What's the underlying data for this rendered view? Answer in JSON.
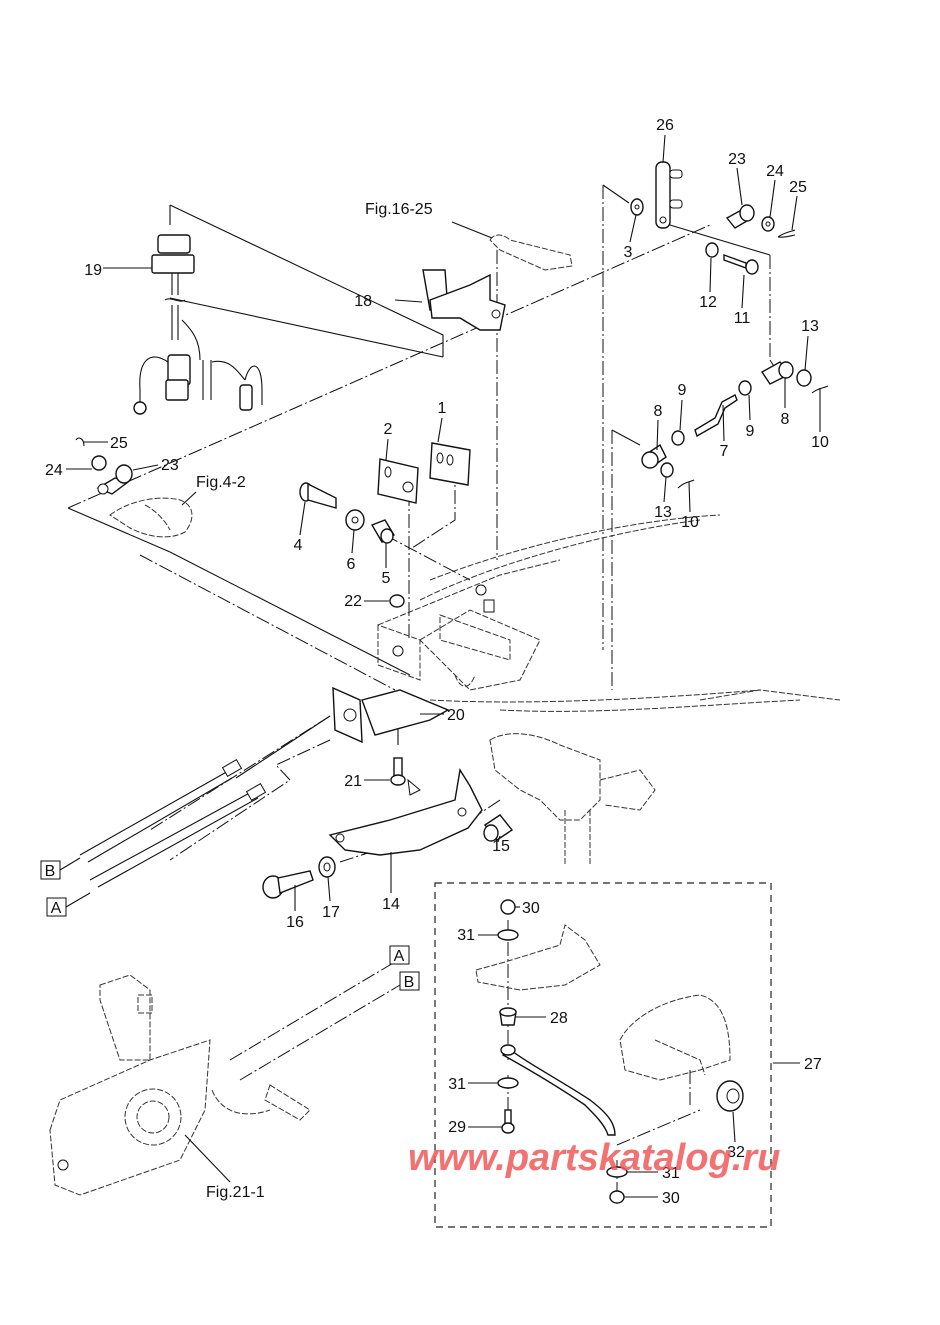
{
  "diagram": {
    "type": "exploded-parts-diagram",
    "watermark": "www.partskatalog.ru",
    "figure_refs": [
      {
        "id": "fig-16-25",
        "text": "Fig.16-25"
      },
      {
        "id": "fig-4-2",
        "text": "Fig.4-2"
      },
      {
        "id": "fig-21-1",
        "text": "Fig.21-1"
      }
    ],
    "connectors": [
      {
        "id": "A",
        "text": "A"
      },
      {
        "id": "B",
        "text": "B"
      }
    ],
    "group": {
      "id": "27",
      "label": "27",
      "members": [
        "28",
        "29",
        "30",
        "31",
        "32"
      ]
    },
    "callouts": [
      {
        "key": "c1",
        "text": "1"
      },
      {
        "key": "c2",
        "text": "2"
      },
      {
        "key": "c3",
        "text": "3"
      },
      {
        "key": "c4",
        "text": "4"
      },
      {
        "key": "c5",
        "text": "5"
      },
      {
        "key": "c6",
        "text": "6"
      },
      {
        "key": "c7",
        "text": "7"
      },
      {
        "key": "c8a",
        "text": "8"
      },
      {
        "key": "c8b",
        "text": "8"
      },
      {
        "key": "c9a",
        "text": "9"
      },
      {
        "key": "c9b",
        "text": "9"
      },
      {
        "key": "c10a",
        "text": "10"
      },
      {
        "key": "c10b",
        "text": "10"
      },
      {
        "key": "c11",
        "text": "11"
      },
      {
        "key": "c12",
        "text": "12"
      },
      {
        "key": "c13a",
        "text": "13"
      },
      {
        "key": "c13b",
        "text": "13"
      },
      {
        "key": "c14",
        "text": "14"
      },
      {
        "key": "c15",
        "text": "15"
      },
      {
        "key": "c16",
        "text": "16"
      },
      {
        "key": "c17",
        "text": "17"
      },
      {
        "key": "c18",
        "text": "18"
      },
      {
        "key": "c19",
        "text": "19"
      },
      {
        "key": "c20",
        "text": "20"
      },
      {
        "key": "c21",
        "text": "21"
      },
      {
        "key": "c22",
        "text": "22"
      },
      {
        "key": "c23a",
        "text": "23"
      },
      {
        "key": "c23b",
        "text": "23"
      },
      {
        "key": "c24a",
        "text": "24"
      },
      {
        "key": "c24b",
        "text": "24"
      },
      {
        "key": "c25a",
        "text": "25"
      },
      {
        "key": "c25b",
        "text": "25"
      },
      {
        "key": "c26",
        "text": "26"
      },
      {
        "key": "c27",
        "text": "27"
      },
      {
        "key": "c28",
        "text": "28"
      },
      {
        "key": "c29",
        "text": "29"
      },
      {
        "key": "c30a",
        "text": "30"
      },
      {
        "key": "c30b",
        "text": "30"
      },
      {
        "key": "c31a",
        "text": "31"
      },
      {
        "key": "c31b",
        "text": "31"
      },
      {
        "key": "c31c",
        "text": "31"
      },
      {
        "key": "c32",
        "text": "32"
      }
    ]
  }
}
